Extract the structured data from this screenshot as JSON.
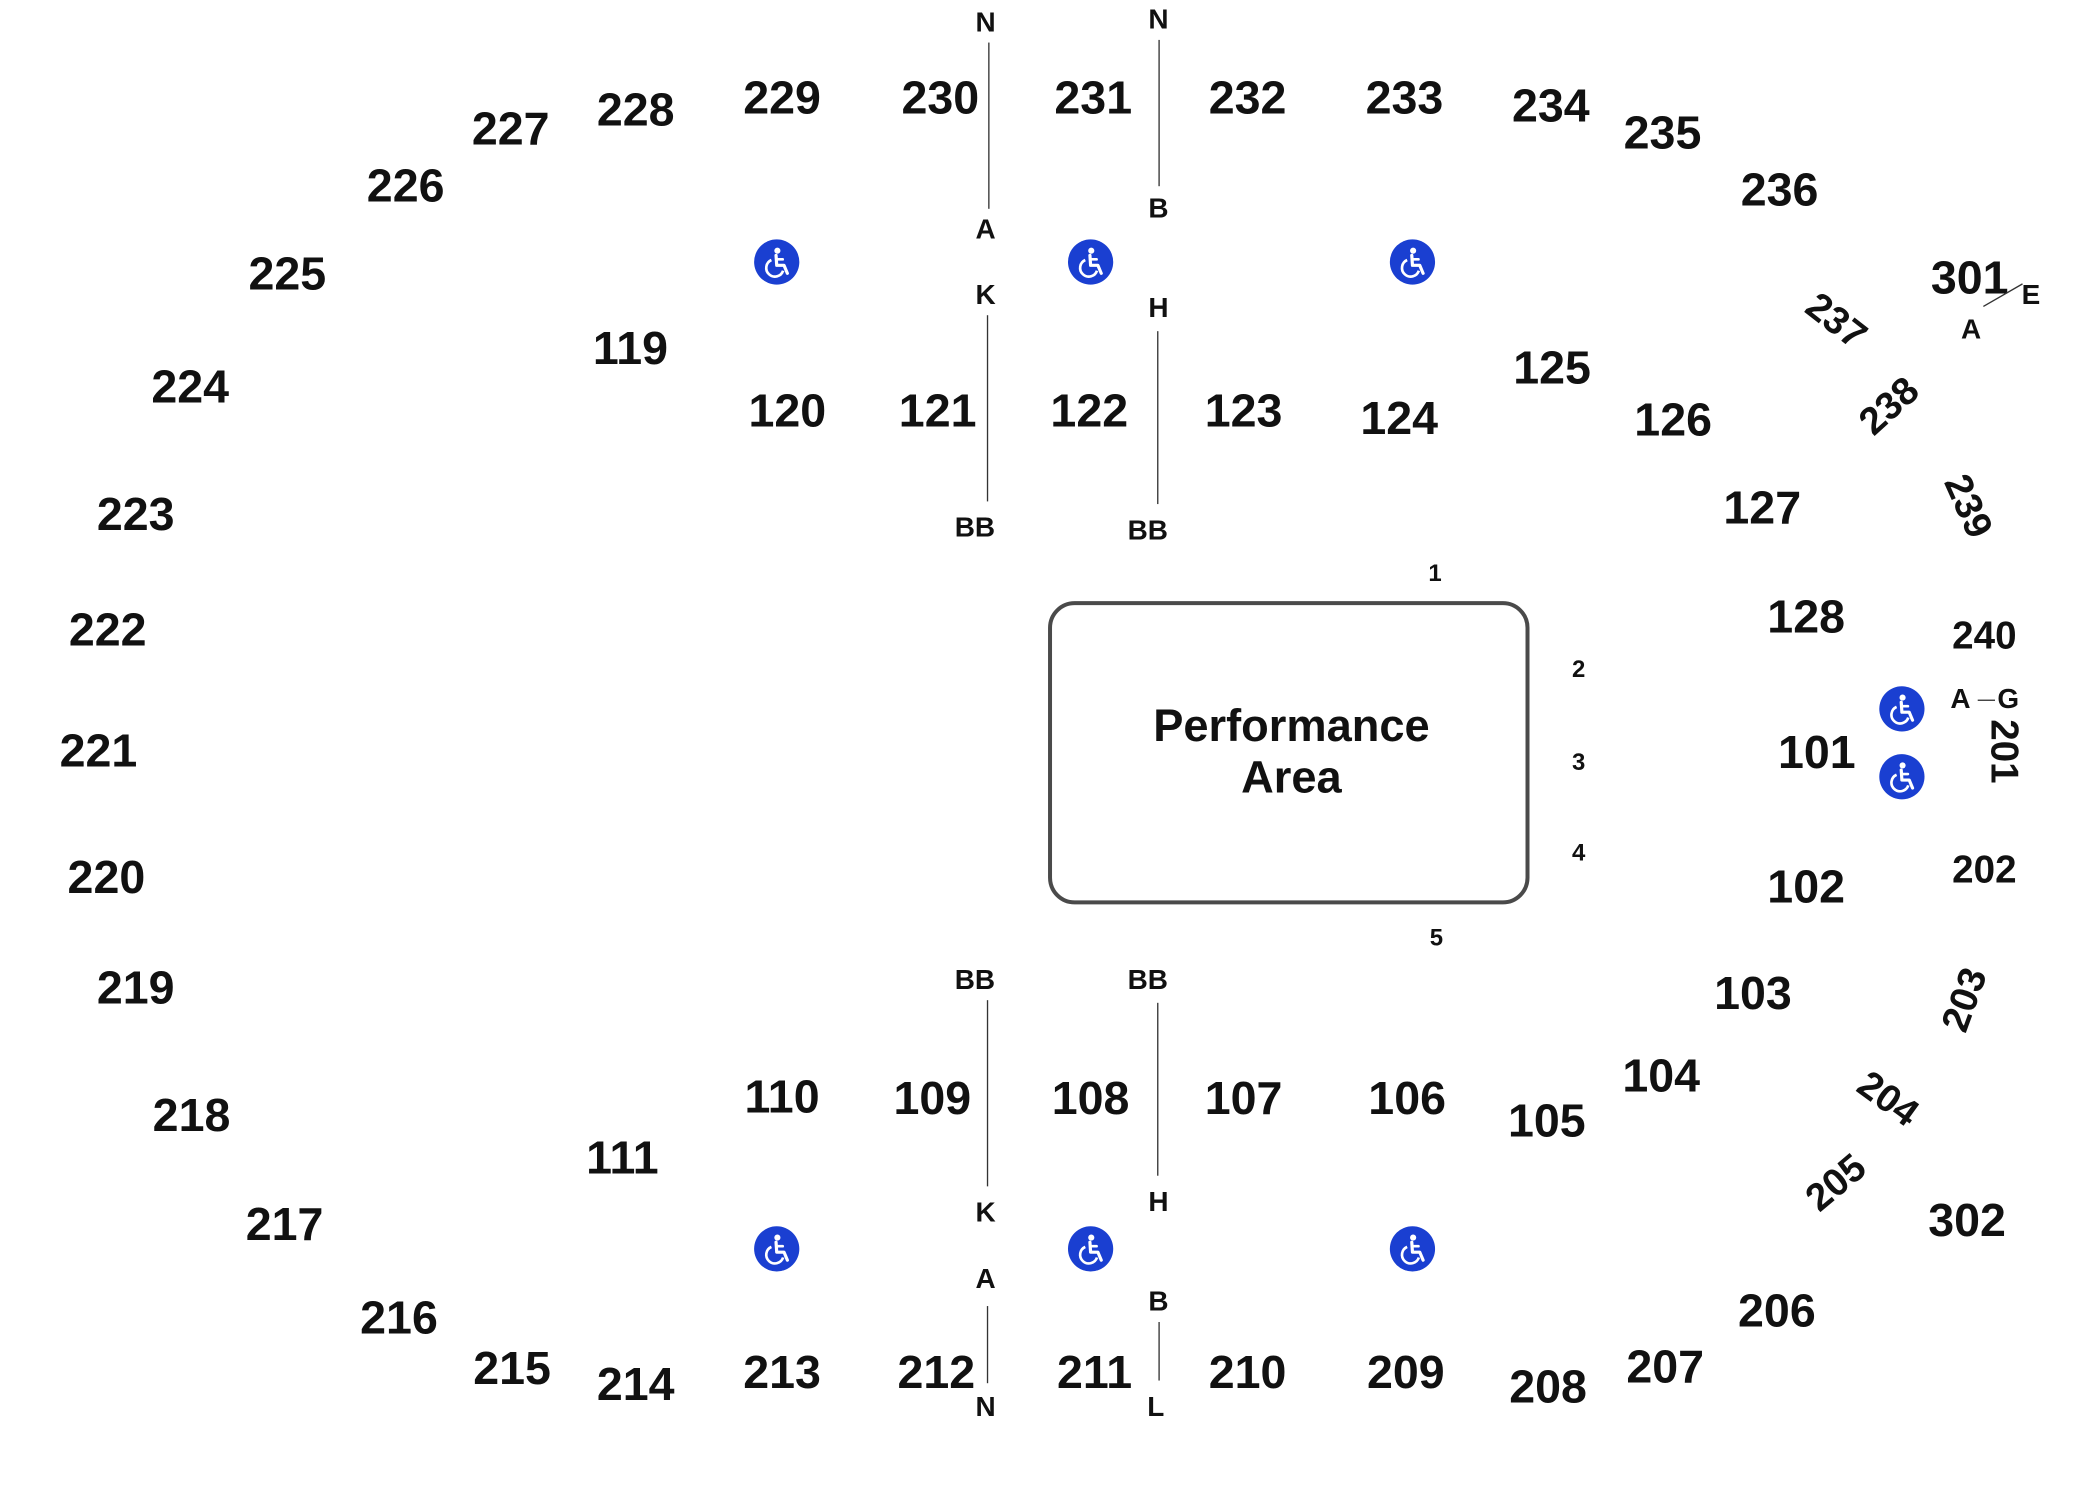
{
  "stage": {
    "label": "Performance Area"
  },
  "gates": [
    "1",
    "2",
    "3",
    "4",
    "5"
  ],
  "upper_sections": {
    "north": [
      "225",
      "226",
      "227",
      "228",
      "229",
      "230",
      "231",
      "232",
      "233",
      "234",
      "235",
      "236"
    ],
    "west": [
      "224",
      "223",
      "222",
      "221",
      "220",
      "219",
      "218"
    ],
    "south": [
      "217",
      "216",
      "215",
      "214",
      "213",
      "212",
      "211",
      "210",
      "209",
      "208",
      "207",
      "206"
    ],
    "east": [
      "237",
      "238",
      "239",
      "240",
      "201",
      "202",
      "203",
      "204",
      "205"
    ],
    "box": [
      "301",
      "302"
    ]
  },
  "lower_sections": {
    "north": [
      "119",
      "120",
      "121",
      "122",
      "123",
      "124",
      "125",
      "126",
      "127",
      "128"
    ],
    "east": [
      "101",
      "102",
      "103",
      "104"
    ],
    "south": [
      "105",
      "106",
      "107",
      "108",
      "109",
      "110",
      "111"
    ]
  },
  "row_markers": {
    "upper_north_left": {
      "top": "N",
      "bottom": "A"
    },
    "upper_north_right": {
      "top": "N",
      "bottom": "B"
    },
    "lower_north_left": {
      "top": "K",
      "bottom": "BB"
    },
    "lower_north_right": {
      "top": "H",
      "bottom": "BB"
    },
    "lower_south_left": {
      "top": "BB",
      "bottom": "K"
    },
    "lower_south_right": {
      "top": "BB",
      "bottom": "H"
    },
    "upper_south_left": {
      "top": "A",
      "bottom": "N"
    },
    "upper_south_right": {
      "top": "B",
      "bottom": "L"
    },
    "box_301": {
      "from": "A",
      "to": "E"
    },
    "section_201": {
      "from": "A",
      "to": "G"
    }
  },
  "icons": {
    "accessible": "wheelchair-icon",
    "accessible_color": "#1a3fd1"
  }
}
